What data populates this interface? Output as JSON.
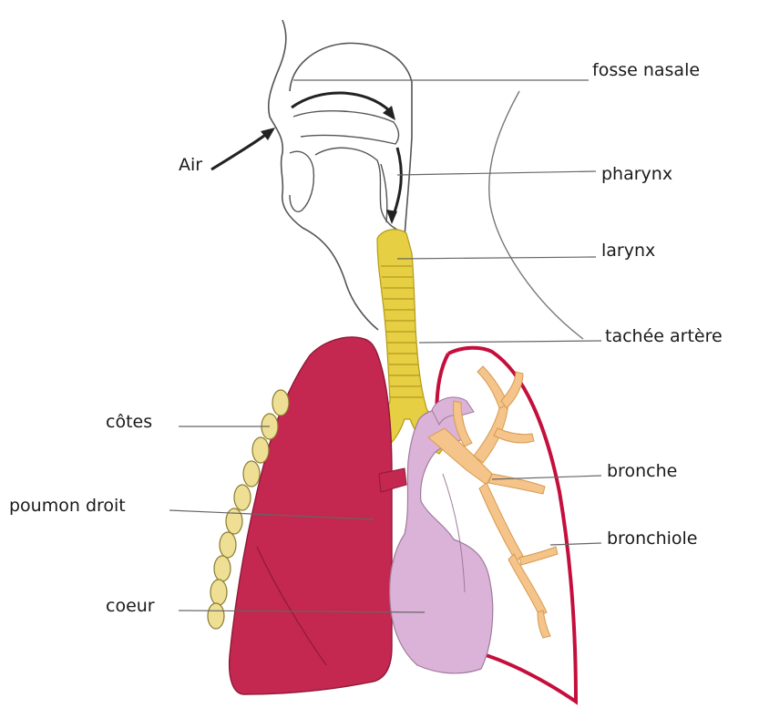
{
  "labels": {
    "air": "Air",
    "fosse_nasale": "fosse nasale",
    "pharynx": "pharynx",
    "larynx": "larynx",
    "trachee": "tachée artère",
    "cotes": "côtes",
    "bronche": "bronche",
    "poumon_droit": "poumon droit",
    "bronchiole": "bronchiole",
    "coeur": "coeur"
  },
  "colors": {
    "lung_fill": "#c4274f",
    "lung_outline": "#c40f3c",
    "trachea": "#e6cf43",
    "heart": "#dcb3d8",
    "bronchi": "#f4c48a",
    "ribs": "#eedf95",
    "leader_lines": "#666666",
    "arrows": "#222222"
  }
}
